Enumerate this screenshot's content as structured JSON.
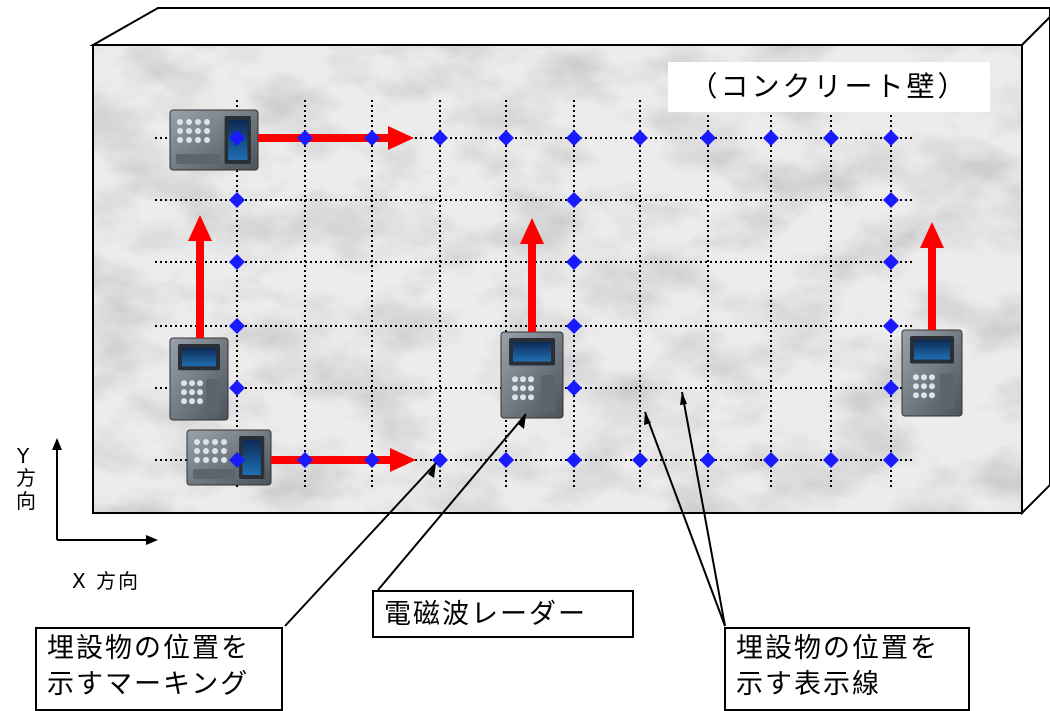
{
  "wall_label": "（コンクリート壁）",
  "axes": {
    "y_label": [
      "Y",
      "方",
      "向"
    ],
    "x_label": "X 方向"
  },
  "callouts": {
    "marking": [
      "埋設物の位置を",
      "示すマーキング"
    ],
    "radar": "電磁波レーダー",
    "display_line": [
      "埋設物の位置を",
      "示す表示線"
    ]
  },
  "colors": {
    "marker": "#1a1aff",
    "arrow": "#ff0000",
    "grid_line": "#000000",
    "wall_face": "#dcdcdc"
  },
  "icons": {
    "marker": "blue-diamond-icon",
    "arrow": "red-arrow-icon",
    "device": "radar-scanner-icon"
  }
}
